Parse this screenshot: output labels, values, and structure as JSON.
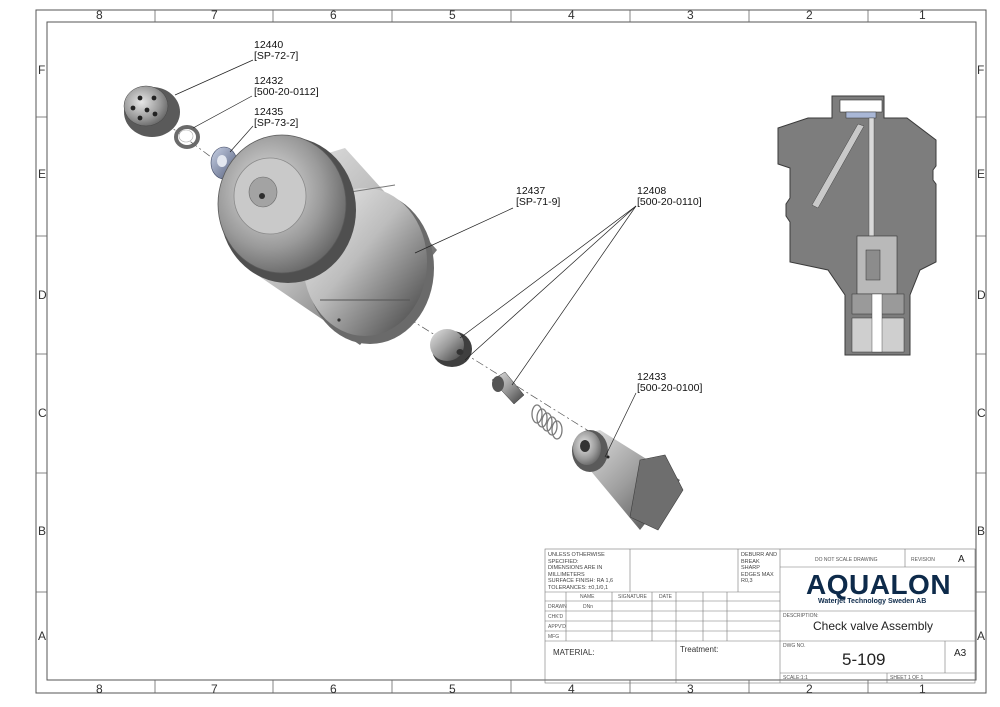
{
  "zones": {
    "columns": [
      "8",
      "7",
      "6",
      "5",
      "4",
      "3",
      "2",
      "1"
    ],
    "rows": [
      "F",
      "E",
      "D",
      "C",
      "B",
      "A"
    ]
  },
  "callouts": [
    {
      "part": "12440",
      "ref": "[SP-72-7]"
    },
    {
      "part": "12432",
      "ref": "[500-20-0112]"
    },
    {
      "part": "12435",
      "ref": "[SP-73-2]"
    },
    {
      "part": "12437",
      "ref": "[SP-71-9]"
    },
    {
      "part": "12408",
      "ref": "[500-20-0110]"
    },
    {
      "part": "12433",
      "ref": "[500-20-0100]"
    }
  ],
  "title_block": {
    "general_notes": "UNLESS OTHERWISE SPECIFIED:\nDIMENSIONS ARE IN MILLIMETERS\nSURFACE FINISH: RA 1,6\nTOLERANCES: ±0,1/0,1",
    "deburr_note": "DEBURR AND\nBREAK SHARP\nEDGES MAX R0,3",
    "scale_note": "DO NOT SCALE DRAWING",
    "revision_label": "REVISION",
    "revision_value": "A",
    "col_name": "NAME",
    "col_signature": "SIGNATURE",
    "col_date": "DATE",
    "rows": [
      "DRAWN",
      "CHK'D",
      "APPV'D",
      "MFG"
    ],
    "drawn_name": "DNn",
    "material_label": "MATERIAL:",
    "treatment_label": "Treatment:",
    "company_logo": "AQUALON",
    "company_sub": "Waterjet Technology Sweden AB",
    "description_label": "DESCRIPTION:",
    "description": "Check valve Assembly",
    "dwg_no_label": "DWG NO.",
    "dwg_no": "5-109",
    "sheet_size": "A3",
    "scale_label": "SCALE:1:1",
    "sheet_label": "SHEET 1 OF 1"
  },
  "colors": {
    "border": "#555555",
    "metal_dark": "#4a4a4a",
    "metal_mid": "#8a8a8a",
    "metal_light": "#d8d8d8",
    "section_fill": "#7d7d7d",
    "logo_blue": "#0d2a4a"
  }
}
